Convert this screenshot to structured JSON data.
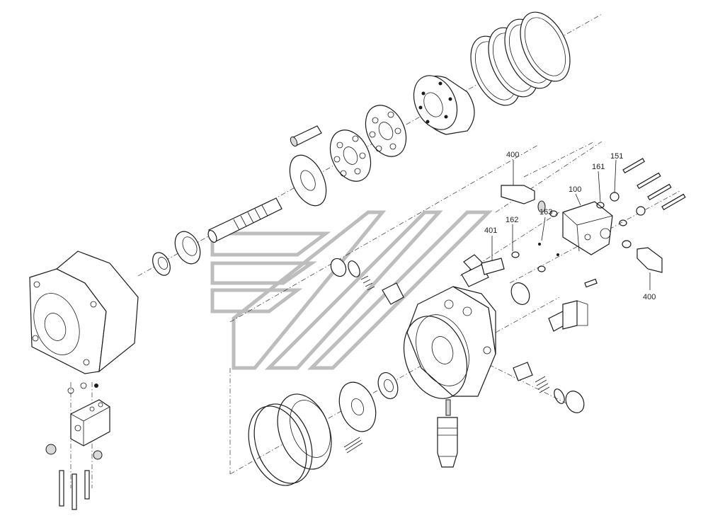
{
  "callouts": {
    "c400_top": "400",
    "c400_bottom": "400",
    "c401": "401",
    "c162": "162",
    "c163": "163",
    "c161": "161",
    "c151": "151",
    "c100": "100"
  }
}
